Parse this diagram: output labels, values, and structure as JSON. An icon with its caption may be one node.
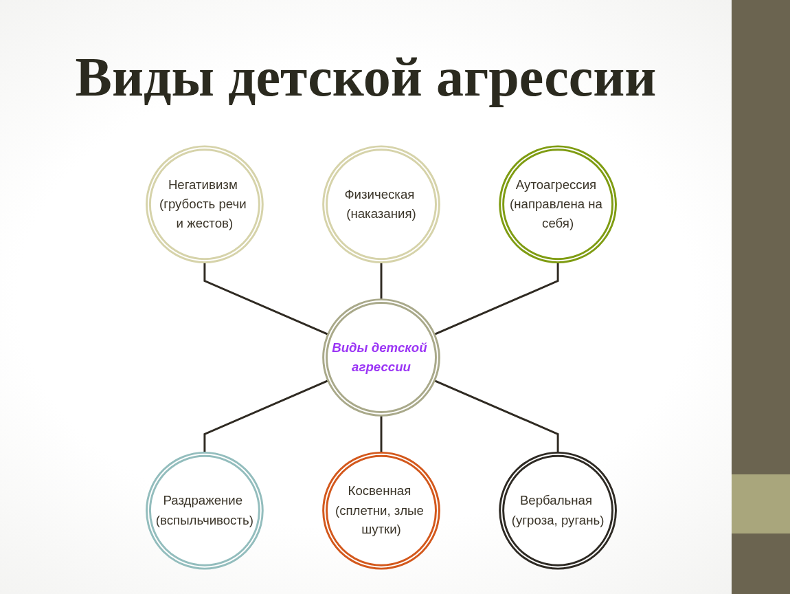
{
  "diagram": {
    "title": "Виды детской агрессии",
    "nodes": [
      {
        "text": [
          "Физическая (наказания)"
        ]
      },
      {
        "text": [
          "Негативизм (грубость речи и жестов)"
        ]
      },
      {
        "text": [
          "Аутоагрессия (направлена на себя)"
        ]
      },
      {
        "text": [
          "Виды детской агрессии"
        ]
      },
      {
        "text": [
          "Раздражение (вспыльчивость)"
        ]
      },
      {
        "text": [
          "Вербальная (угроза, ругань)"
        ]
      },
      {
        "text": [
          "Косвенная (сплетни, злые шутки)"
        ]
      }
    ],
    "edges": [
      {
        "from": 1,
        "to": 3,
        "arrow": "none"
      },
      {
        "from": 0,
        "to": 3,
        "arrow": "none"
      },
      {
        "from": 2,
        "to": 3,
        "arrow": "none"
      },
      {
        "from": 3,
        "to": 4,
        "arrow": "none"
      },
      {
        "from": 3,
        "to": 6,
        "arrow": "none"
      },
      {
        "from": 3,
        "to": 5,
        "arrow": "none"
      }
    ]
  }
}
